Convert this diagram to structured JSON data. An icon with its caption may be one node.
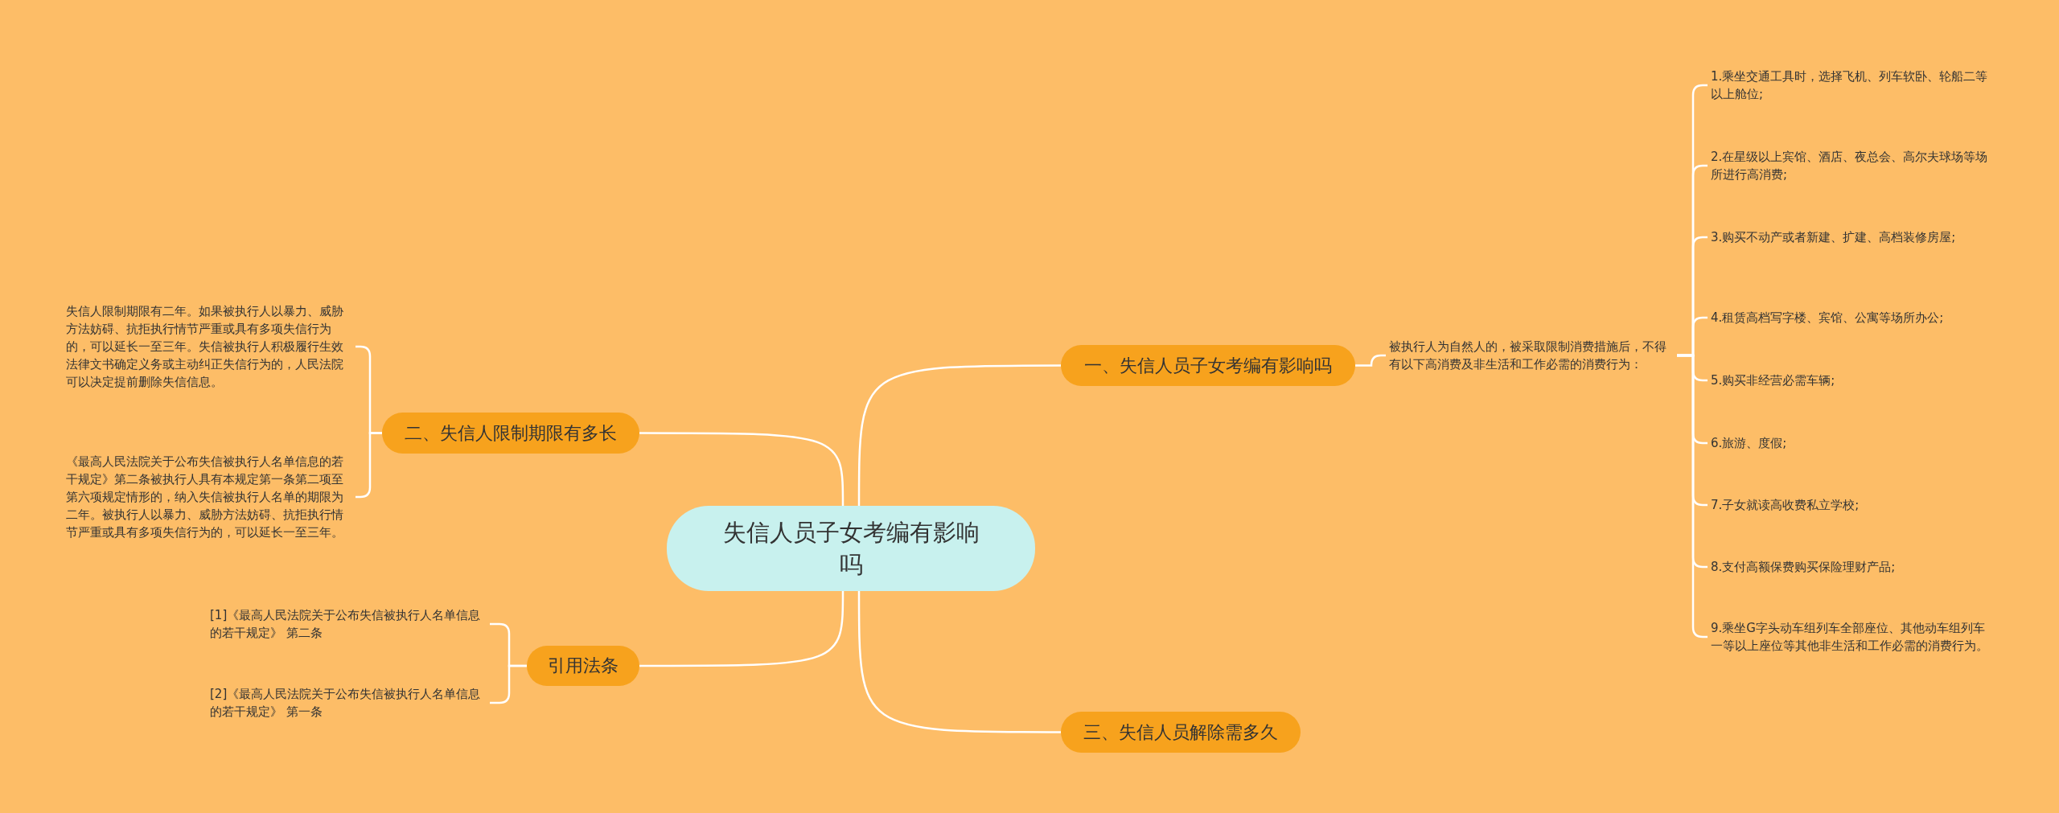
{
  "diagram": {
    "nodes": [
      {
        "text": [
          "失信人员子女考编有影响吗"
        ]
      },
      {
        "text": [
          "一、失信人员子女考编有影响吗"
        ]
      },
      {
        "text": [
          "被执行人为自然人的，被采取限制消费措施后，不得有以下高消费及非生活和工作必需的消费行为："
        ]
      },
      {
        "text": [
          "1.乘坐交通工具时，选择飞机、列车软卧、轮船二等以上舱位;"
        ]
      },
      {
        "text": [
          "2.在星级以上宾馆、酒店、夜总会、高尔夫球场等场所进行高消费;"
        ]
      },
      {
        "text": [
          "3.购买不动产或者新建、扩建、高档装修房屋;"
        ]
      },
      {
        "text": [
          "4.租赁高档写字楼、宾馆、公寓等场所办公;"
        ]
      },
      {
        "text": [
          "5.购买非经营必需车辆;"
        ]
      },
      {
        "text": [
          "6.旅游、度假;"
        ]
      },
      {
        "text": [
          "7.子女就读高收费私立学校;"
        ]
      },
      {
        "text": [
          "8.支付高额保费购买保险理财产品;"
        ]
      },
      {
        "text": [
          "9.乘坐G字头动车组列车全部座位、其他动车组列车一等以上座位等其他非生活和工作必需的消费行为。"
        ]
      },
      {
        "text": [
          "二、失信人限制期限有多长"
        ]
      },
      {
        "text": [
          "失信人限制期限有二年。如果被执行人以暴力、威胁方法妨碍、抗拒执行情节严重或具有多项失信行为的，可以延长一至三年。失信被执行人积极履行生效法律文书确定义务或主动纠正失信行为的，人民法院可以决定提前删除失信信息。"
        ]
      },
      {
        "text": [
          "《最高人民法院关于公布失信被执行人名单信息的若干规定》第二条被执行人具有本规定第一条第二项至第六项规定情形的，纳入失信被执行人名单的期限为二年。被执行人以暴力、威胁方法妨碍、抗拒执行情节严重或具有多项失信行为的，可以延长一至三年。"
        ]
      },
      {
        "text": [
          "引用法条"
        ]
      },
      {
        "text": [
          "[1]《最高人民法院关于公布失信被执行人名单信息的若干规定》 第二条"
        ]
      },
      {
        "text": [
          "[2]《最高人民法院关于公布失信被执行人名单信息的若干规定》 第一条"
        ]
      },
      {
        "text": [
          "三、失信人员解除需多久"
        ]
      }
    ],
    "edges": [
      {
        "from": 0,
        "to": 1,
        "arrow": "none"
      },
      {
        "from": 1,
        "to": 2,
        "arrow": "none"
      },
      {
        "from": 2,
        "to": 3,
        "arrow": "none"
      },
      {
        "from": 2,
        "to": 4,
        "arrow": "none"
      },
      {
        "from": 2,
        "to": 5,
        "arrow": "none"
      },
      {
        "from": 2,
        "to": 6,
        "arrow": "none"
      },
      {
        "from": 2,
        "to": 7,
        "arrow": "none"
      },
      {
        "from": 2,
        "to": 8,
        "arrow": "none"
      },
      {
        "from": 2,
        "to": 9,
        "arrow": "none"
      },
      {
        "from": 2,
        "to": 10,
        "arrow": "none"
      },
      {
        "from": 2,
        "to": 11,
        "arrow": "none"
      },
      {
        "from": 0,
        "to": 12,
        "arrow": "none"
      },
      {
        "from": 12,
        "to": 13,
        "arrow": "none"
      },
      {
        "from": 12,
        "to": 14,
        "arrow": "none"
      },
      {
        "from": 0,
        "to": 15,
        "arrow": "none"
      },
      {
        "from": 15,
        "to": 16,
        "arrow": "none"
      },
      {
        "from": 15,
        "to": 17,
        "arrow": "none"
      },
      {
        "from": 0,
        "to": 18,
        "arrow": "none"
      }
    ]
  }
}
